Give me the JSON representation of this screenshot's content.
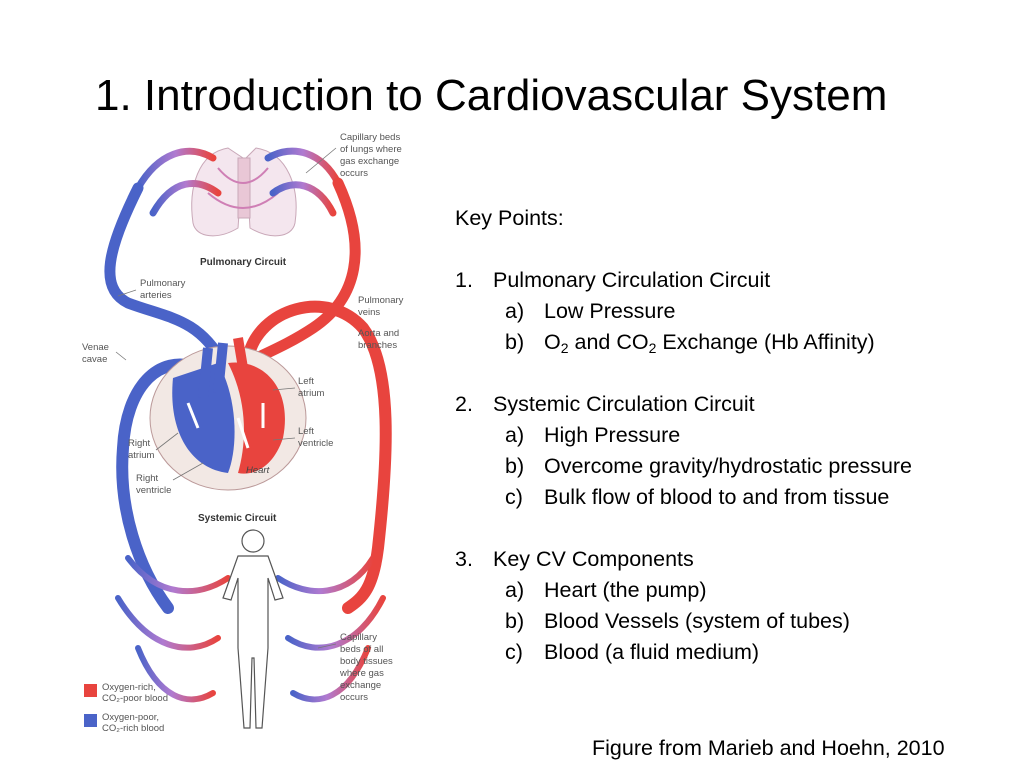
{
  "title": "1. Introduction to Cardiovascular System",
  "key_points_header": "Key Points:",
  "sections": [
    {
      "num": "1.",
      "title": "Pulmonary Circulation Circuit",
      "items": [
        {
          "letter": "a)",
          "text": "Low Pressure"
        },
        {
          "letter": "b)",
          "parts": [
            "O",
            "2",
            " and CO",
            "2",
            " Exchange (Hb Affinity)"
          ]
        }
      ]
    },
    {
      "num": "2.",
      "title": "Systemic Circulation Circuit",
      "items": [
        {
          "letter": "a)",
          "text": "High Pressure"
        },
        {
          "letter": "b)",
          "text": "Overcome gravity/hydrostatic pressure"
        },
        {
          "letter": "c)",
          "text": "Bulk flow of blood to and from tissue"
        }
      ]
    },
    {
      "num": "3.",
      "title": "Key CV Components",
      "items": [
        {
          "letter": "a)",
          "text": "Heart (the pump)"
        },
        {
          "letter": "b)",
          "text": "Blood Vessels (system of tubes)"
        },
        {
          "letter": "c)",
          "text": "Blood (a fluid medium)"
        }
      ]
    }
  ],
  "caption": "Figure from Marieb and Hoehn, 2010",
  "diagram": {
    "labels": {
      "capillary_lungs": [
        "Capillary beds",
        "of lungs where",
        "gas exchange",
        "occurs"
      ],
      "pulmonary_circuit": "Pulmonary Circuit",
      "pulmonary_arteries": [
        "Pulmonary",
        "arteries"
      ],
      "pulmonary_veins": [
        "Pulmonary",
        "veins"
      ],
      "aorta": [
        "Aorta and",
        "branches"
      ],
      "venae_cavae": [
        "Venae",
        "cavae"
      ],
      "left_atrium": [
        "Left",
        "atrium"
      ],
      "left_ventricle": [
        "Left",
        "ventricle"
      ],
      "right_atrium": [
        "Right",
        "atrium"
      ],
      "right_ventricle": [
        "Right",
        "ventricle"
      ],
      "heart": "Heart",
      "systemic_circuit": "Systemic Circuit",
      "capillary_body": [
        "Capillary",
        "beds of all",
        "body tissues",
        "where gas",
        "exchange",
        "occurs"
      ]
    },
    "legend": [
      {
        "color": "#e8443e",
        "line1": "Oxygen-rich,",
        "line2": "CO₂-poor blood"
      },
      {
        "color": "#4a63c8",
        "line1": "Oxygen-poor,",
        "line2": "CO₂-rich blood"
      }
    ],
    "colors": {
      "oxygen_rich": "#e8443e",
      "oxygen_poor": "#4a63c8",
      "mixed": "#b07ad0",
      "lung": "#f4e6ee"
    }
  }
}
